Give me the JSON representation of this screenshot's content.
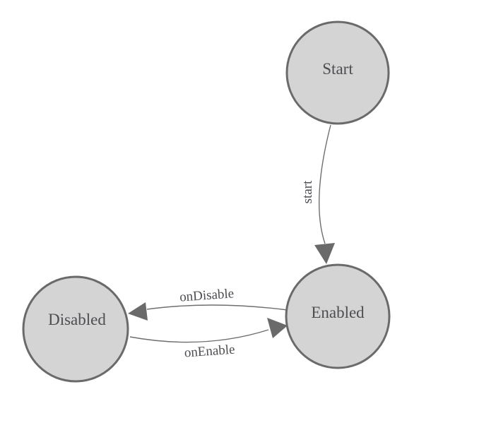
{
  "diagram": {
    "type": "state-machine",
    "states": [
      {
        "id": "start",
        "label": "Start"
      },
      {
        "id": "enabled",
        "label": "Enabled"
      },
      {
        "id": "disabled",
        "label": "Disabled"
      }
    ],
    "transitions": [
      {
        "from": "Start",
        "to": "Enabled",
        "label": "start"
      },
      {
        "from": "Enabled",
        "to": "Disabled",
        "label": "onDisable"
      },
      {
        "from": "Disabled",
        "to": "Enabled",
        "label": "onEnable"
      }
    ],
    "colors": {
      "background": "#ffffff",
      "state_fill": "#d4d4d4",
      "state_border": "#6a6a6a",
      "edge": "#6e6e6e",
      "arrowhead": "#6a6a6a",
      "text": "#4d4d52"
    }
  }
}
